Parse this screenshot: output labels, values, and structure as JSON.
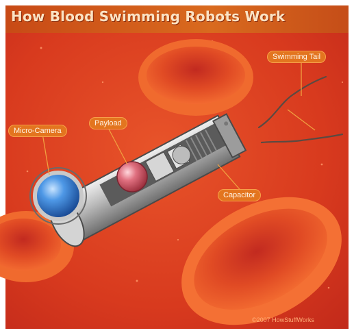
{
  "title": "How Blood Swimming Robots Work",
  "labels": {
    "micro_camera": "Micro-Camera",
    "payload": "Payload",
    "swimming_tail": "Swimming Tail",
    "capacitor": "Capacitor"
  },
  "copyright": "©2007 HowStuffWorks",
  "colors": {
    "background": "#d9361e",
    "cell": "#e24a22",
    "title_bar": "#c84a16",
    "callout": "#e3751f",
    "camera_lens": "#2d7ad2",
    "payload": "#d85a66"
  }
}
